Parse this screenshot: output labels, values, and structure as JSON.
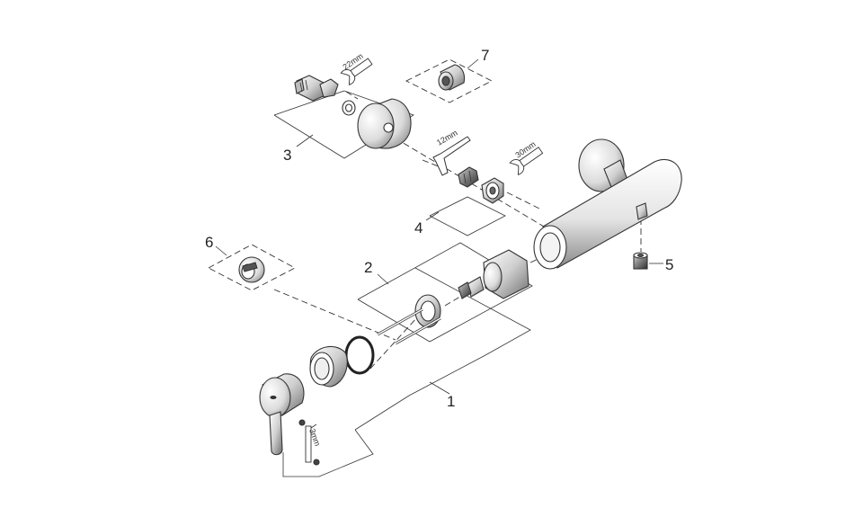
{
  "callouts": {
    "c1": "1",
    "c2": "2",
    "c3": "3",
    "c4": "4",
    "c5": "5",
    "c6": "6",
    "c7": "7"
  },
  "tools": {
    "wrench_top": "22mm",
    "hex_key_top": "12mm",
    "wrench_right": "30mm",
    "hex_key_bottom": "3mm"
  }
}
